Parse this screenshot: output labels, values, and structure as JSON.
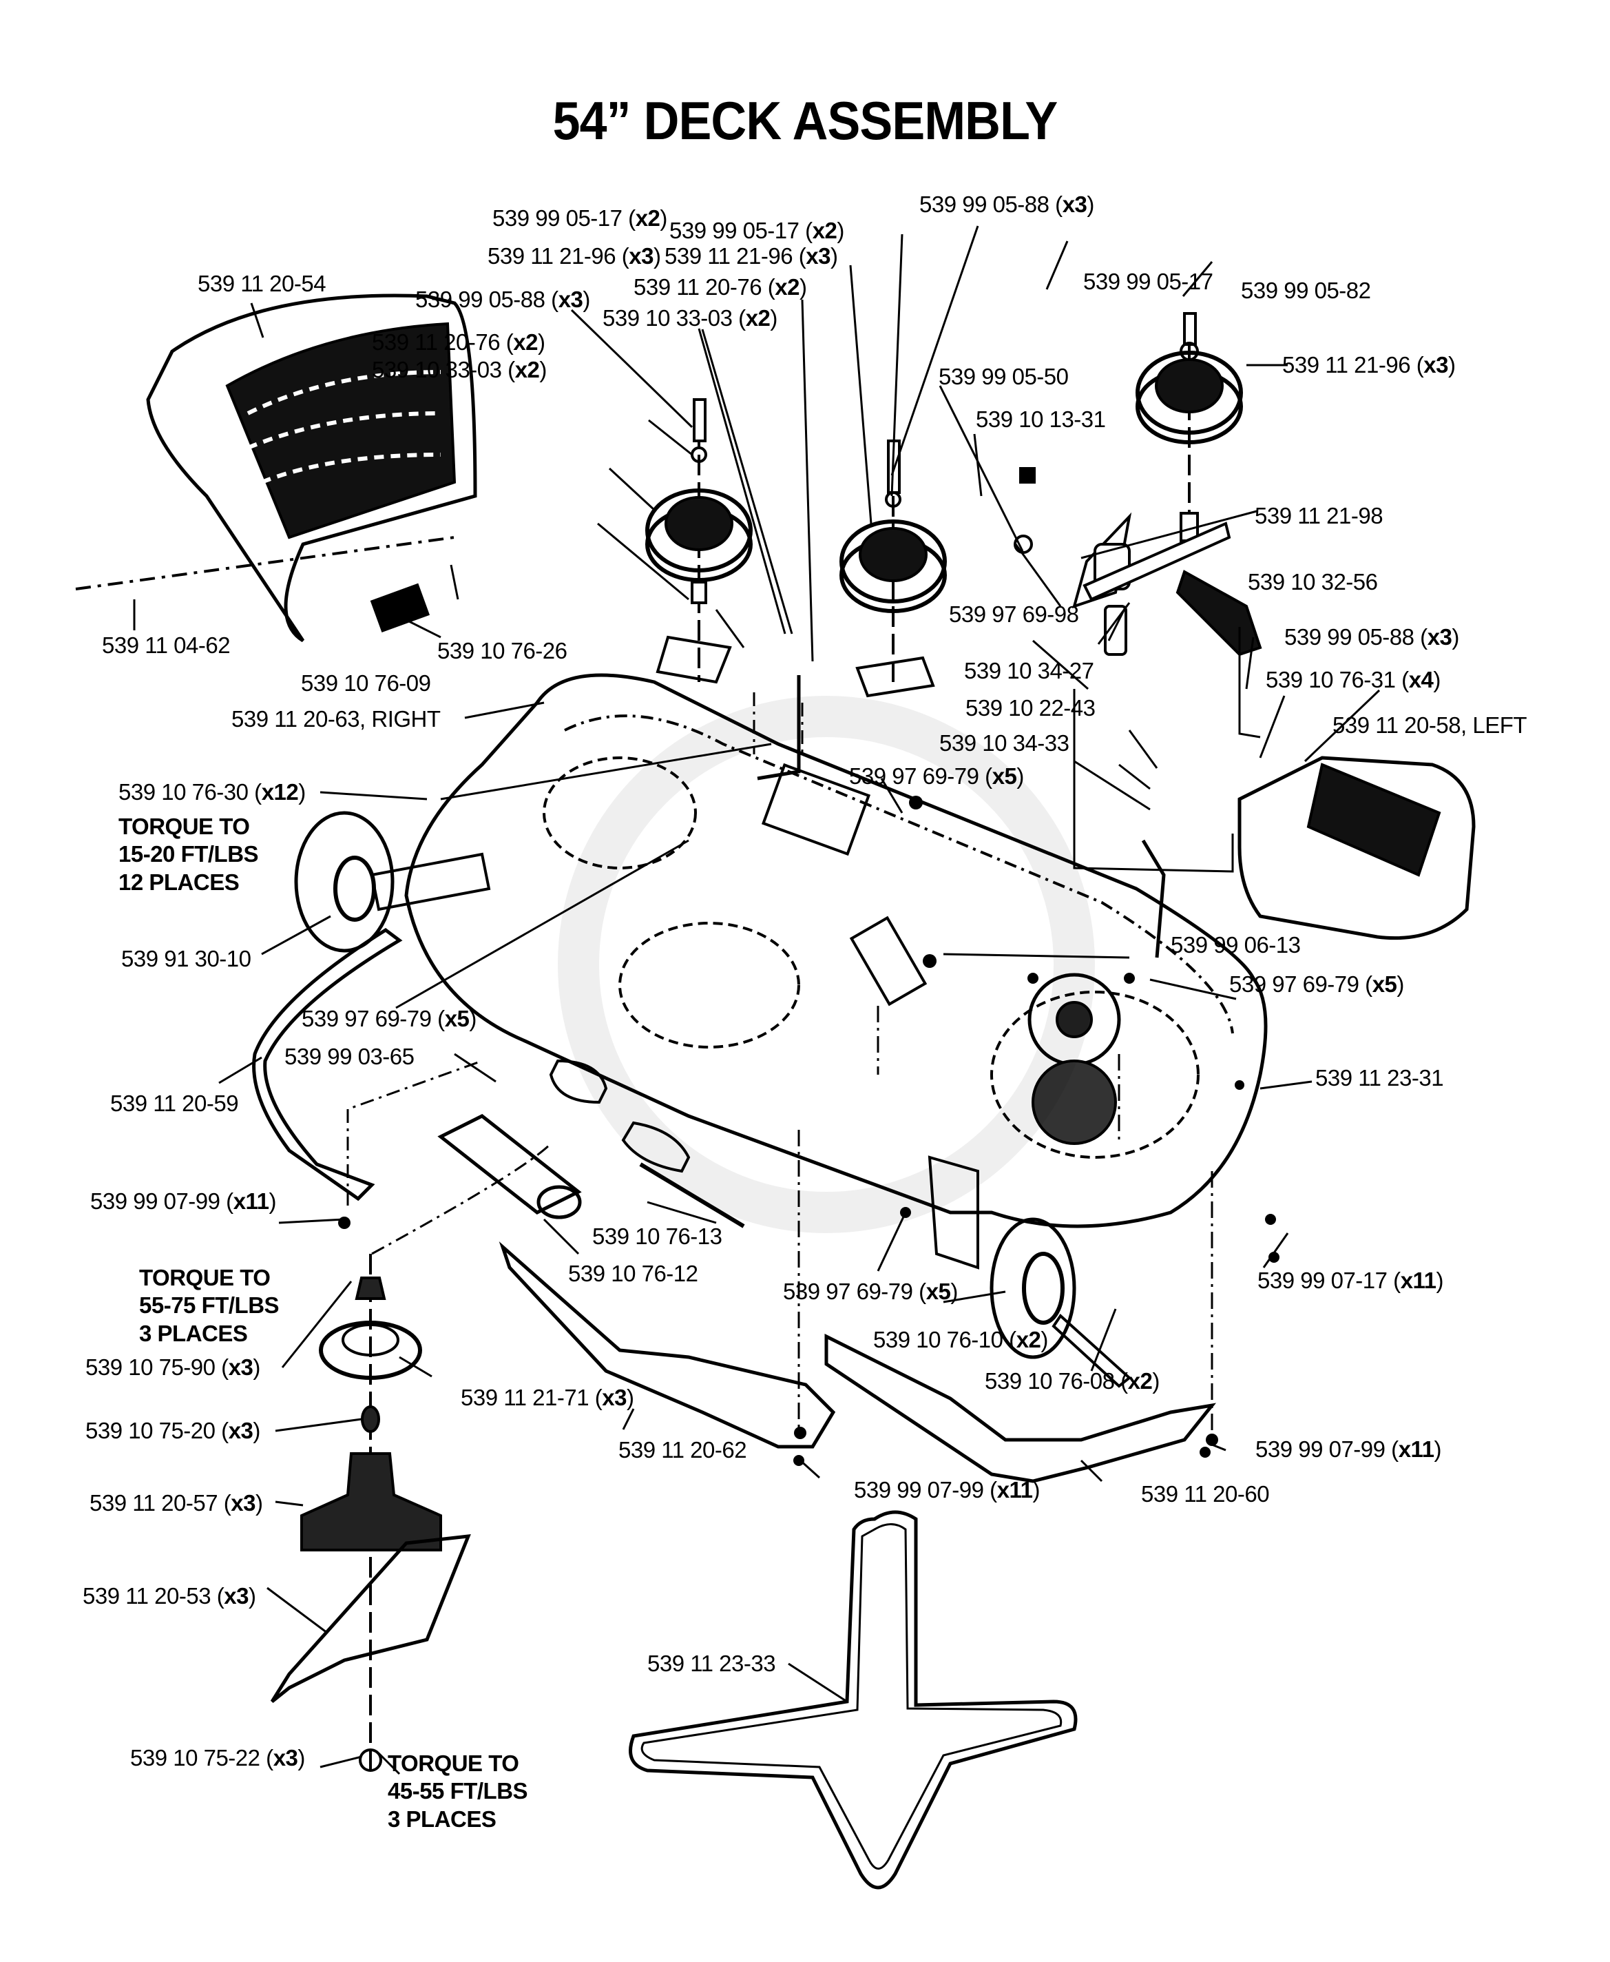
{
  "title": "54” DECK ASSEMBLY",
  "callouts": [
    {
      "part": "539 11 20-54",
      "qty": ""
    },
    {
      "part": "539 99 05-88",
      "qty": "(x3)"
    },
    {
      "part": "539 99 05-17",
      "qty": "(x2)"
    },
    {
      "part": "539 11 21-96",
      "qty": "(x3)"
    },
    {
      "part": "539 11 20-76",
      "qty": "(x2)"
    },
    {
      "part": "539 10 33-03",
      "qty": "(x2)"
    },
    {
      "part": "539 99 05-88",
      "qty": "(x3)"
    },
    {
      "part": "539 99 05-17",
      "qty": "(x2)"
    },
    {
      "part": "539 11 21-96",
      "qty": "(x3)"
    },
    {
      "part": "539 11 20-76",
      "qty": "(x2)"
    },
    {
      "part": "539 10 33-03",
      "qty": "(x2)"
    },
    {
      "part": "539 99 05-17",
      "qty": ""
    },
    {
      "part": "539 99 05-82",
      "qty": ""
    },
    {
      "part": "539 11 21-96",
      "qty": "(x3)"
    },
    {
      "part": "539 99 05-50",
      "qty": ""
    },
    {
      "part": "539 10 13-31",
      "qty": ""
    },
    {
      "part": "539 11 21-98",
      "qty": ""
    },
    {
      "part": "539 97 69-98",
      "qty": ""
    },
    {
      "part": "539 10 32-56",
      "qty": ""
    },
    {
      "part": "539 99 05-88",
      "qty": "(x3)"
    },
    {
      "part": "539 10 34-27",
      "qty": ""
    },
    {
      "part": "539 10 76-31",
      "qty": "(x4)"
    },
    {
      "part": "539 10 22-43",
      "qty": ""
    },
    {
      "part": "539 11 20-58, LEFT",
      "qty": ""
    },
    {
      "part": "539 10 34-33",
      "qty": ""
    },
    {
      "part": "539 97 69-79",
      "qty": "(x5)"
    },
    {
      "part": "539 11 04-62",
      "qty": ""
    },
    {
      "part": "539 10 76-26",
      "qty": ""
    },
    {
      "part": "539 10 76-09",
      "qty": ""
    },
    {
      "part": "539 11 20-63, RIGHT",
      "qty": ""
    },
    {
      "part": "539 10 76-30",
      "qty": "(x12)"
    },
    {
      "part": "539 91 30-10",
      "qty": ""
    },
    {
      "part": "539 99 06-13",
      "qty": ""
    },
    {
      "part": "539 97 69-79",
      "qty": "(x5)"
    },
    {
      "part": "539 97 69-79",
      "qty": "(x5)"
    },
    {
      "part": "539 99 03-65",
      "qty": ""
    },
    {
      "part": "539 11 23-31",
      "qty": ""
    },
    {
      "part": "539 11 20-59",
      "qty": ""
    },
    {
      "part": "539 99 07-99",
      "qty": "(x11)"
    },
    {
      "part": "539 10 76-13",
      "qty": ""
    },
    {
      "part": "539 10 76-12",
      "qty": ""
    },
    {
      "part": "539 99 07-17",
      "qty": "(x11)"
    },
    {
      "part": "539 97 69-79",
      "qty": "(x5)"
    },
    {
      "part": "539 10 75-90",
      "qty": "(x3)"
    },
    {
      "part": "539 10 76-10",
      "qty": "(x2)"
    },
    {
      "part": "539 11 21-71",
      "qty": "(x3)"
    },
    {
      "part": "539 10 76-08",
      "qty": "(x2)"
    },
    {
      "part": "539 10 75-20",
      "qty": "(x3)"
    },
    {
      "part": "539 11 20-62",
      "qty": ""
    },
    {
      "part": "539 99 07-99",
      "qty": "(x11)"
    },
    {
      "part": "539 99 07-99",
      "qty": "(x11)"
    },
    {
      "part": "539 11 20-60",
      "qty": ""
    },
    {
      "part": "539 11 20-57",
      "qty": "(x3)"
    },
    {
      "part": "539 11 20-53",
      "qty": "(x3)"
    },
    {
      "part": "539 11 23-33",
      "qty": ""
    },
    {
      "part": "539 10 75-22",
      "qty": "(x3)"
    }
  ],
  "torque_notes": [
    "TORQUE TO\n15-20 FT/LBS\n12 PLACES",
    "TORQUE TO\n55-75 FT/LBS\n3 PLACES",
    "TORQUE TO\n45-55 FT/LBS\n3 PLACES"
  ]
}
